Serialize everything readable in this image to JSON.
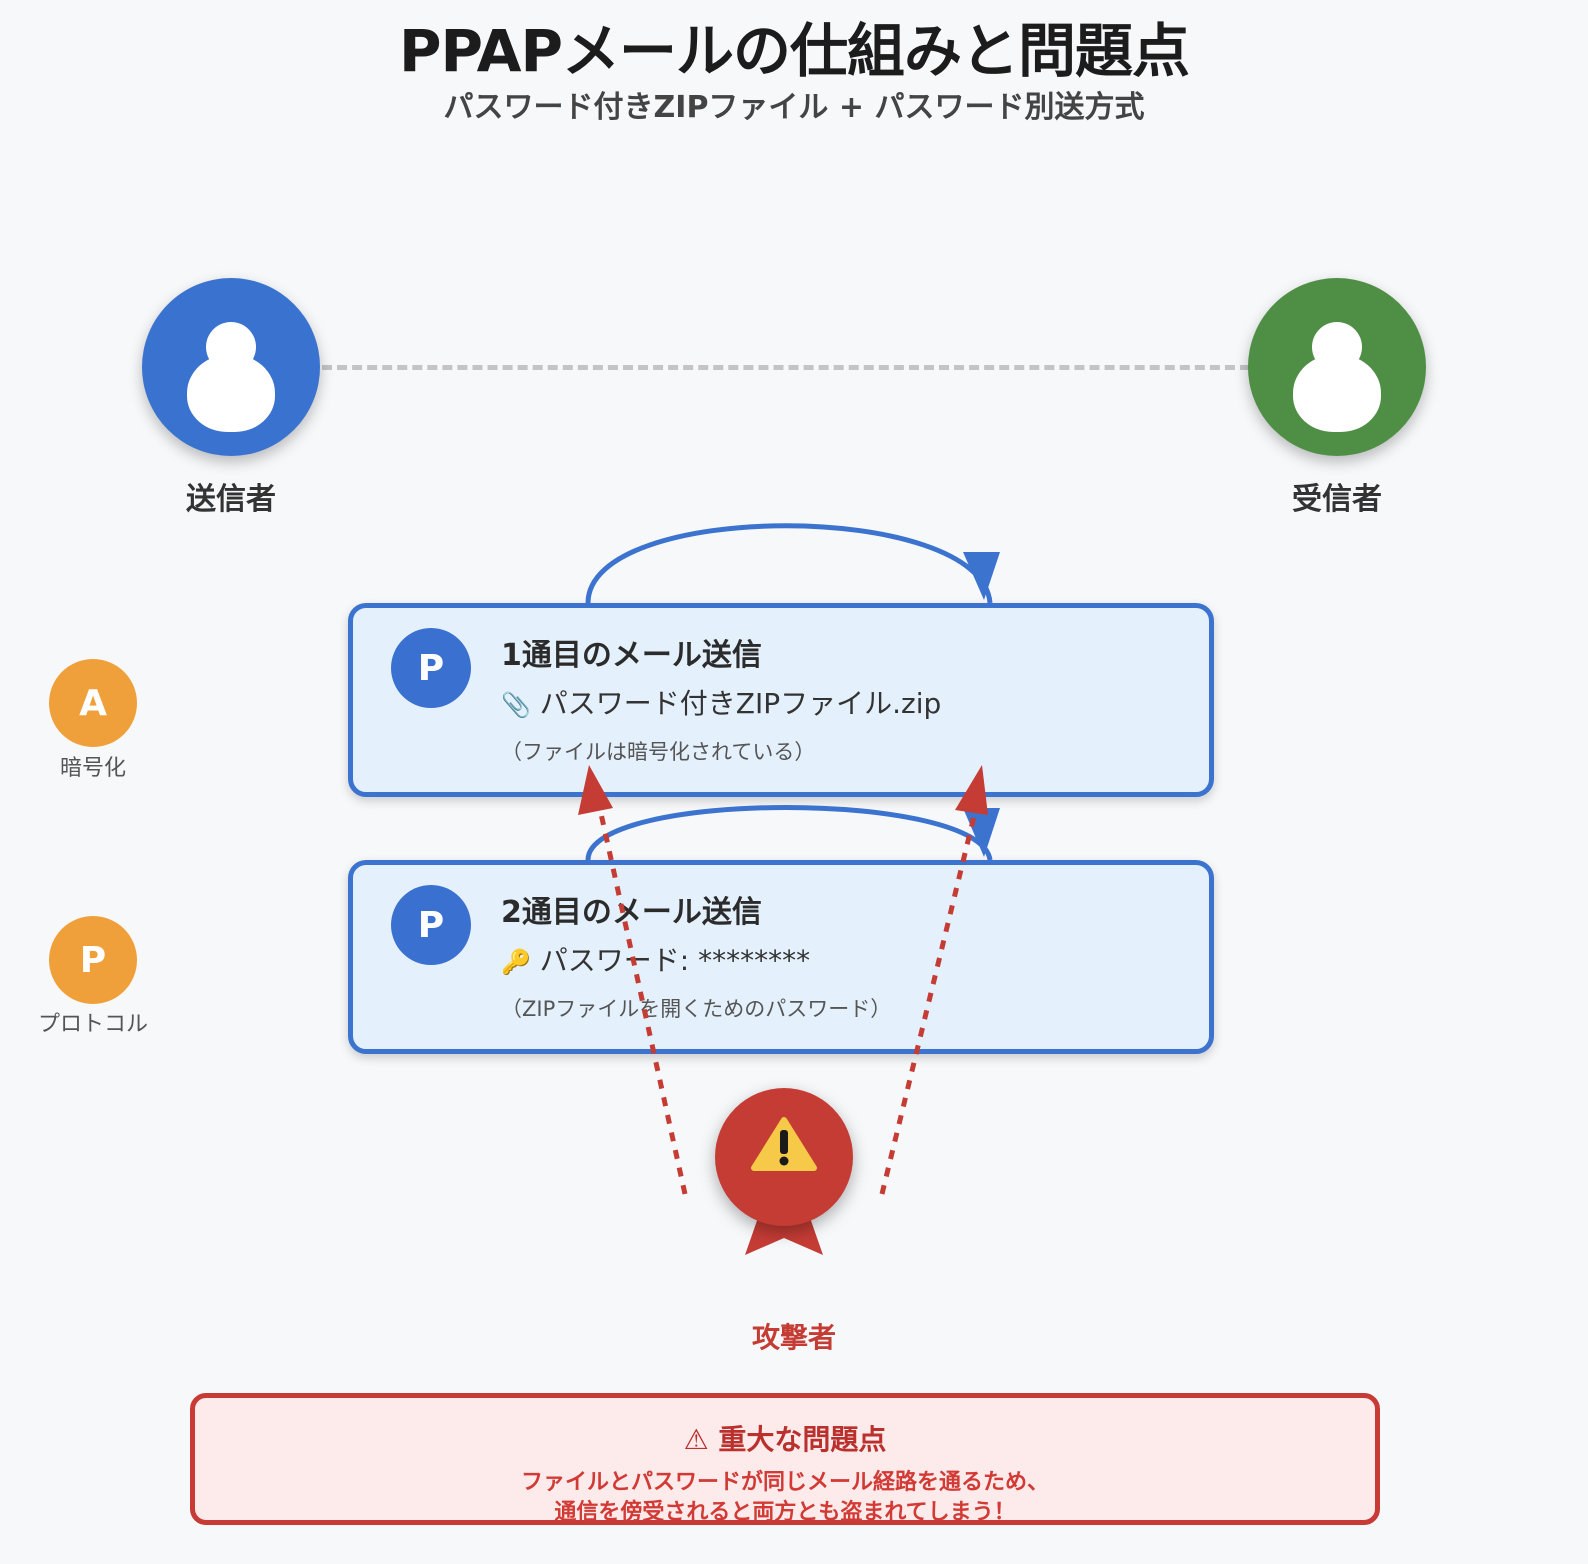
{
  "header": {
    "title": "PPAPメールの仕組みと問題点",
    "subtitle": "パスワード付きZIPファイル + パスワード別送方式"
  },
  "actors": {
    "sender": {
      "label": "送信者",
      "color": "#3a73cf"
    },
    "receiver": {
      "label": "受信者",
      "color": "#4f8f45"
    },
    "attacker": {
      "label": "攻撃者",
      "color": "#c53c35"
    }
  },
  "side_legend": [
    {
      "letter": "A",
      "label": "暗号化"
    },
    {
      "letter": "P",
      "label": "プロトコル"
    }
  ],
  "mails": [
    {
      "badge": "P",
      "title": "1通目のメール送信",
      "icon": "paperclip-icon",
      "icon_glyph": "📎",
      "content": "パスワード付きZIPファイル.zip",
      "note": "（ファイルは暗号化されている）"
    },
    {
      "badge": "P",
      "title": "2通目のメール送信",
      "icon": "key-icon",
      "icon_glyph": "🔑",
      "content": "パスワード: ********",
      "note": "（ZIPファイルを開くためのパスワード）"
    }
  ],
  "warning": {
    "title": "⚠ 重大な問題点",
    "line1": "ファイルとパスワードが同じメール経路を通るため、",
    "line2": "通信を傍受されると両方とも盗まれてしまう！"
  },
  "colors": {
    "accent_blue": "#3b73cf",
    "attack_red": "#c53c35",
    "legend_orange": "#f0a03a"
  }
}
